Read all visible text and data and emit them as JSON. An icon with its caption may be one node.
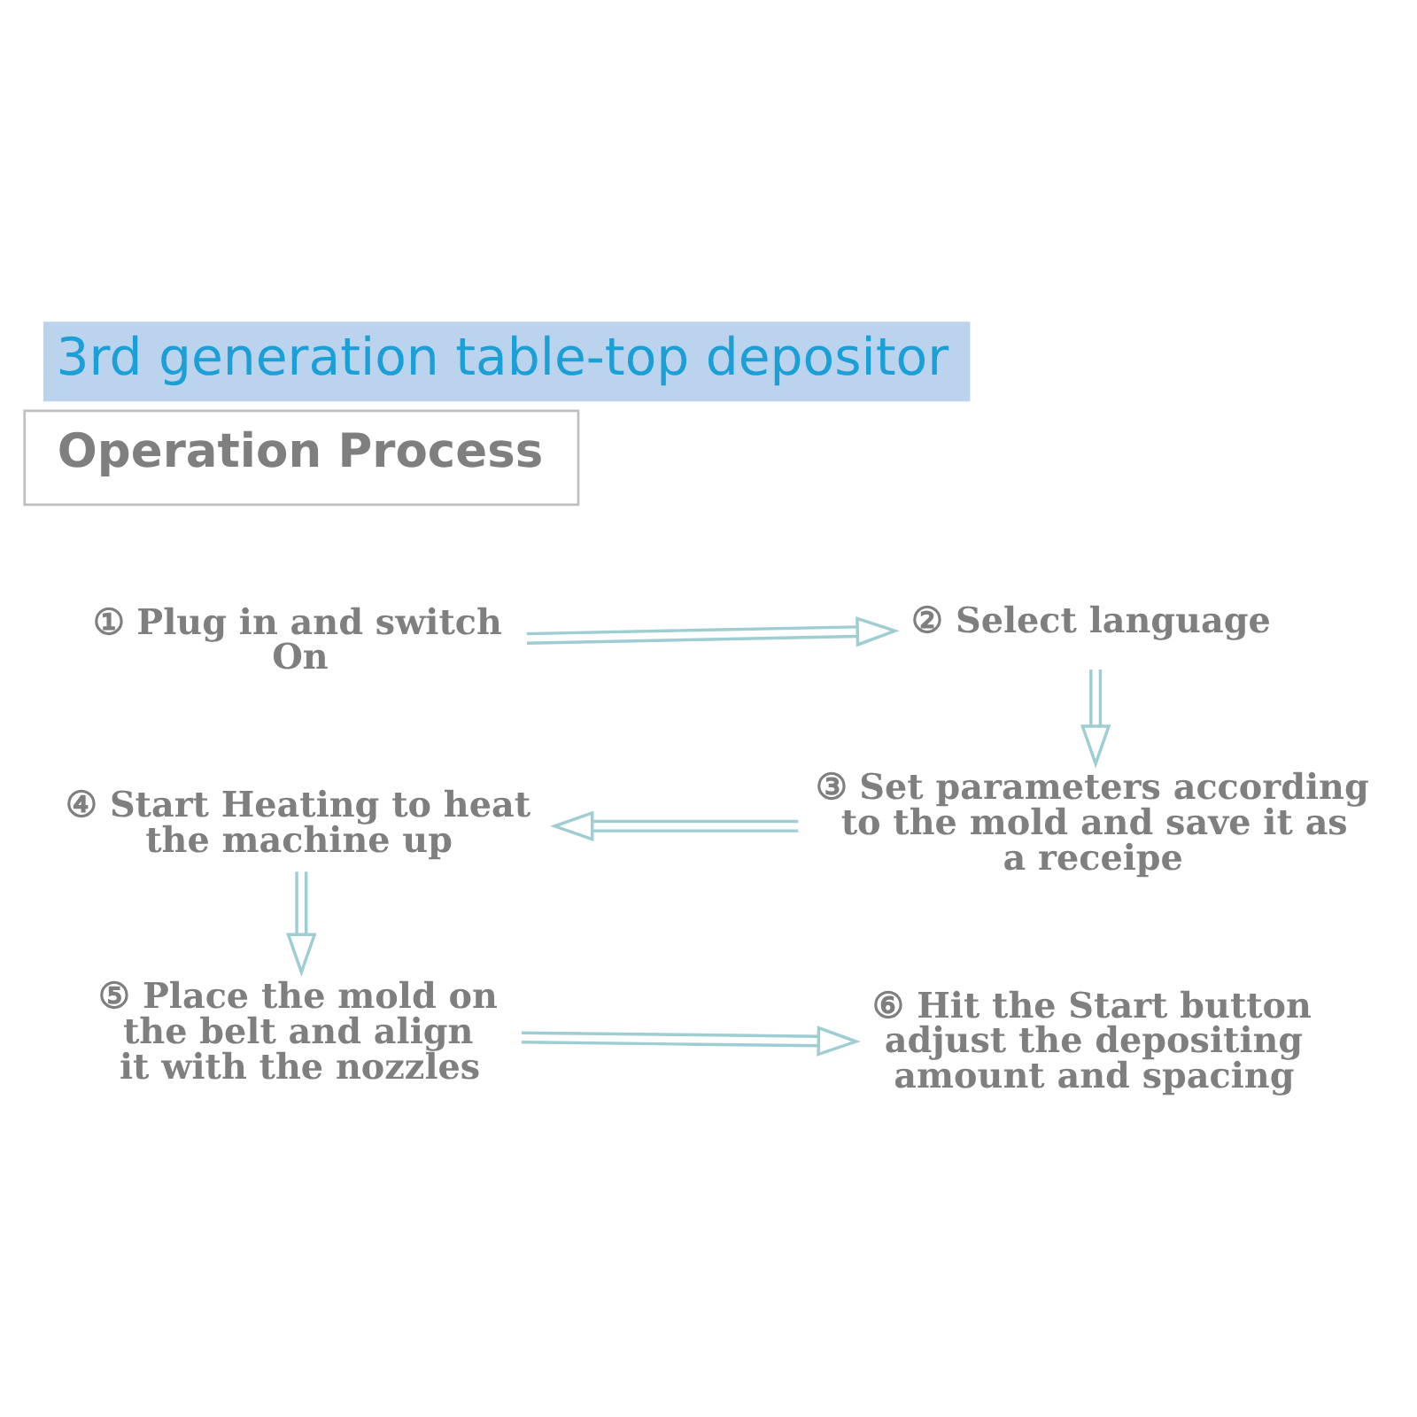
{
  "diagram": {
    "title": "3rd generation table-top depositor",
    "nodes": [
      {
        "text": [
          "Operation Process"
        ]
      },
      {
        "text": [
          "① Plug in and switch On"
        ]
      },
      {
        "text": [
          "② Select language"
        ]
      },
      {
        "text": [
          "③ Set parameters according to the mold and save it as a receipe"
        ]
      },
      {
        "text": [
          "④ Start Heating to heat the machine up"
        ]
      },
      {
        "text": [
          "⑤ Place the mold on the belt and align it with the nozzles"
        ]
      },
      {
        "text": [
          "⑥ Hit the Start button adjust the depositing amount and spacing"
        ]
      }
    ],
    "edges": [
      {
        "from": 1,
        "to": 2,
        "arrow": "to"
      },
      {
        "from": 2,
        "to": 3,
        "arrow": "to"
      },
      {
        "from": 3,
        "to": 4,
        "arrow": "to"
      },
      {
        "from": 4,
        "to": 5,
        "arrow": "to"
      },
      {
        "from": 5,
        "to": 6,
        "arrow": "to"
      }
    ]
  }
}
